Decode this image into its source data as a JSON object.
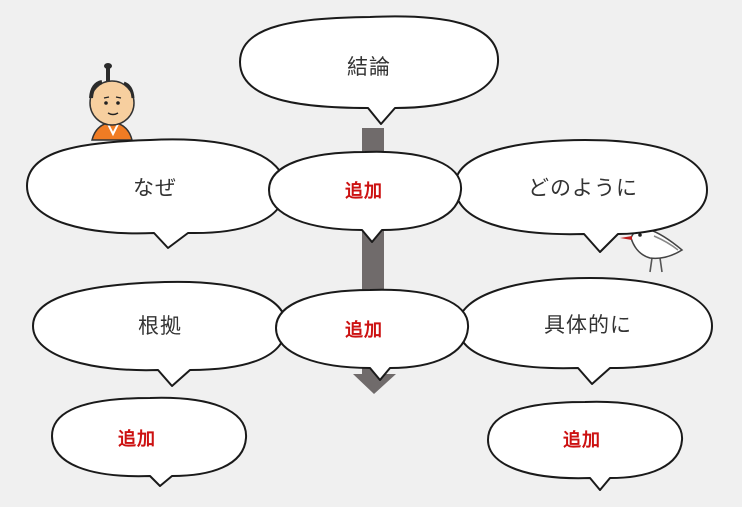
{
  "colors": {
    "background": "#f0f0f0",
    "bubble_fill": "#ffffff",
    "bubble_stroke": "#1a1a1a",
    "arrow": "#706b6b",
    "main_text": "#333333",
    "add_text": "#cc1111"
  },
  "diagram": {
    "conclusion": "結論",
    "why": "なぜ",
    "how": "どのように",
    "reason": "根拠",
    "concrete": "具体的に",
    "add_center_top": "追加",
    "add_center_mid": "追加",
    "add_bottom_left": "追加",
    "add_bottom_right": "追加"
  },
  "decorations": {
    "left_character": "samurai-character-icon",
    "right_character": "bird-icon"
  }
}
